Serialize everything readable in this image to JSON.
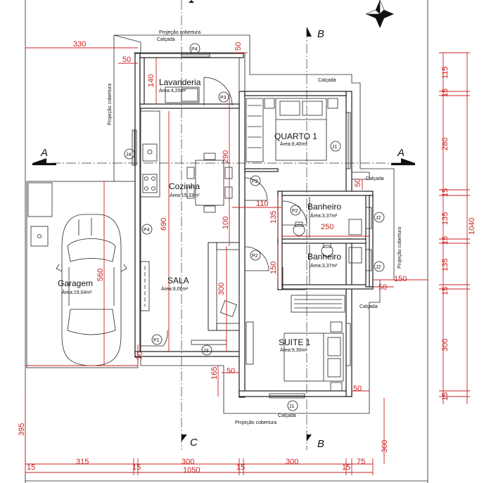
{
  "rooms": {
    "lavanderia": {
      "name": "Lavanderia",
      "area": "Área:4,20m²"
    },
    "cozinha": {
      "name": "Cozinha",
      "area": "Área:15,33m²"
    },
    "sala": {
      "name": "SALA",
      "area": "Área:8,06m²"
    },
    "quarto": {
      "name": "QUARTO  1",
      "area": "Área:8,40m²"
    },
    "banheiro1": {
      "name": "Banheiro",
      "area": "Área:3,37m²"
    },
    "banheiro2": {
      "name": "Banheiro",
      "area": "Área:3,37m²"
    },
    "suite": {
      "name": "SUITE  1",
      "area": "Área:9,30m²"
    },
    "garagem": {
      "name": "Garagem",
      "area": "Área:19,04m²"
    }
  },
  "notes": {
    "projecao_top": "Projeção cobertura",
    "projecao_left": "Projeção cobertura",
    "projecao_right": "Projeção cobertura",
    "projecao_bottom": "Projeção cobertura",
    "calcada_top": "Calçada",
    "calcada_top2": "Calçada",
    "calcada_right1": "Calçada",
    "calcada_right2": "Calçada",
    "calcada_bottom": "Calçada"
  },
  "sections": {
    "a_left": "A",
    "a_right": "A",
    "b_top": "B",
    "b_bottom": "B",
    "c_bottom": "C"
  },
  "tags": {
    "p4_top": "P4",
    "p3": "P3",
    "p2_a": "P2",
    "p2_b": "P2",
    "p2_c": "P2",
    "p4_left": "P4",
    "p1": "P1",
    "j1_quarto": "J1",
    "j4": "J4",
    "j2_a": "J2",
    "j2_b": "J2",
    "j3": "J3",
    "j1_suite": "J1"
  },
  "dimensions": {
    "d330": "330",
    "d50_tl": "50",
    "d50_top": "50",
    "d140": "140",
    "d690": "690",
    "d290": "290",
    "d100": "100",
    "d110": "110",
    "d135": "135",
    "d250": "250",
    "d150_mid": "150",
    "d300_mid": "300",
    "d560": "560",
    "d70": "70",
    "d165": "165",
    "d50_s": "50",
    "d50_r1": "50",
    "d50_r2": "50",
    "d150_r": "150",
    "d50_br": "50",
    "d395": "395",
    "d300_br": "300",
    "r115": "115",
    "r15a": "15",
    "r280": "280",
    "r15b": "15",
    "r135a": "135",
    "r15c": "15",
    "r135b": "135",
    "r15d": "15",
    "r300": "300",
    "r15e": "15",
    "r1040": "1040",
    "b15a": "15",
    "b315": "315",
    "b15b": "15",
    "b300a": "300",
    "b15c": "15",
    "b300b": "300",
    "b15d": "15",
    "b75": "75",
    "b1050": "1050"
  }
}
